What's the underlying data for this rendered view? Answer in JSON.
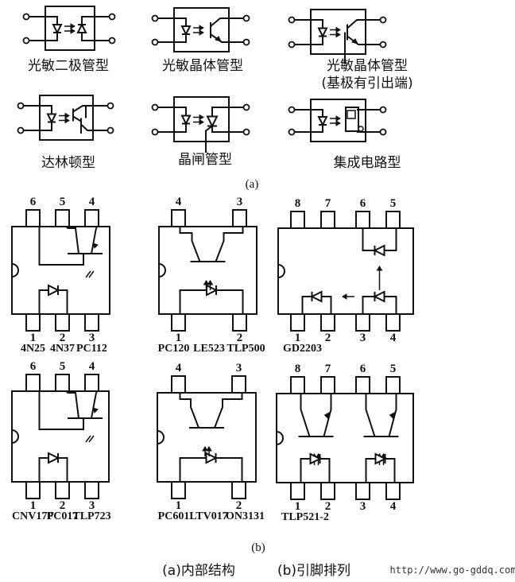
{
  "part_a": {
    "symbols": [
      {
        "type": "photodiode",
        "label": "光敏二极管型"
      },
      {
        "type": "phototransistor",
        "label": "光敏晶体管型"
      },
      {
        "type": "phototransistor-base",
        "label": "光敏晶体管型",
        "sublabel": "(基极有引出端)"
      },
      {
        "type": "darlington",
        "label": "达林顿型"
      },
      {
        "type": "thyristor",
        "label": "晶闸管型"
      },
      {
        "type": "ic",
        "label": "集成电路型"
      }
    ],
    "caption": "(a)"
  },
  "part_b": {
    "packages": [
      {
        "pins_top": [
          "6",
          "5",
          "4"
        ],
        "pins_bottom": [
          "1",
          "2",
          "3"
        ],
        "models": [
          "4N25",
          "4N37",
          "PC112"
        ]
      },
      {
        "pins_top": [
          "4",
          "3"
        ],
        "pins_bottom": [
          "1",
          "2"
        ],
        "models": [
          "PC120",
          "LE523",
          "TLP500"
        ]
      },
      {
        "pins_top": [
          "8",
          "7",
          "6",
          "5"
        ],
        "pins_bottom": [
          "1",
          "2",
          "3",
          "4"
        ],
        "models": [
          "GD2203"
        ]
      },
      {
        "pins_top": [
          "6",
          "5",
          "4"
        ],
        "pins_bottom": [
          "1",
          "2",
          "3"
        ],
        "models": [
          "CNV17F",
          "PC017",
          "TLP723"
        ]
      },
      {
        "pins_top": [
          "4",
          "3"
        ],
        "pins_bottom": [
          "1",
          "2"
        ],
        "models": [
          "PC601",
          "LTV017",
          "ON3131"
        ]
      },
      {
        "pins_top": [
          "8",
          "7",
          "6",
          "5"
        ],
        "pins_bottom": [
          "1",
          "2",
          "3",
          "4"
        ],
        "models": [
          "TLP521-2"
        ]
      }
    ],
    "caption": "(b)"
  },
  "footer": {
    "caption_a": "(a)内部结构",
    "caption_b": "(b)引脚排列",
    "url": "http://www.go-gddq.com"
  }
}
